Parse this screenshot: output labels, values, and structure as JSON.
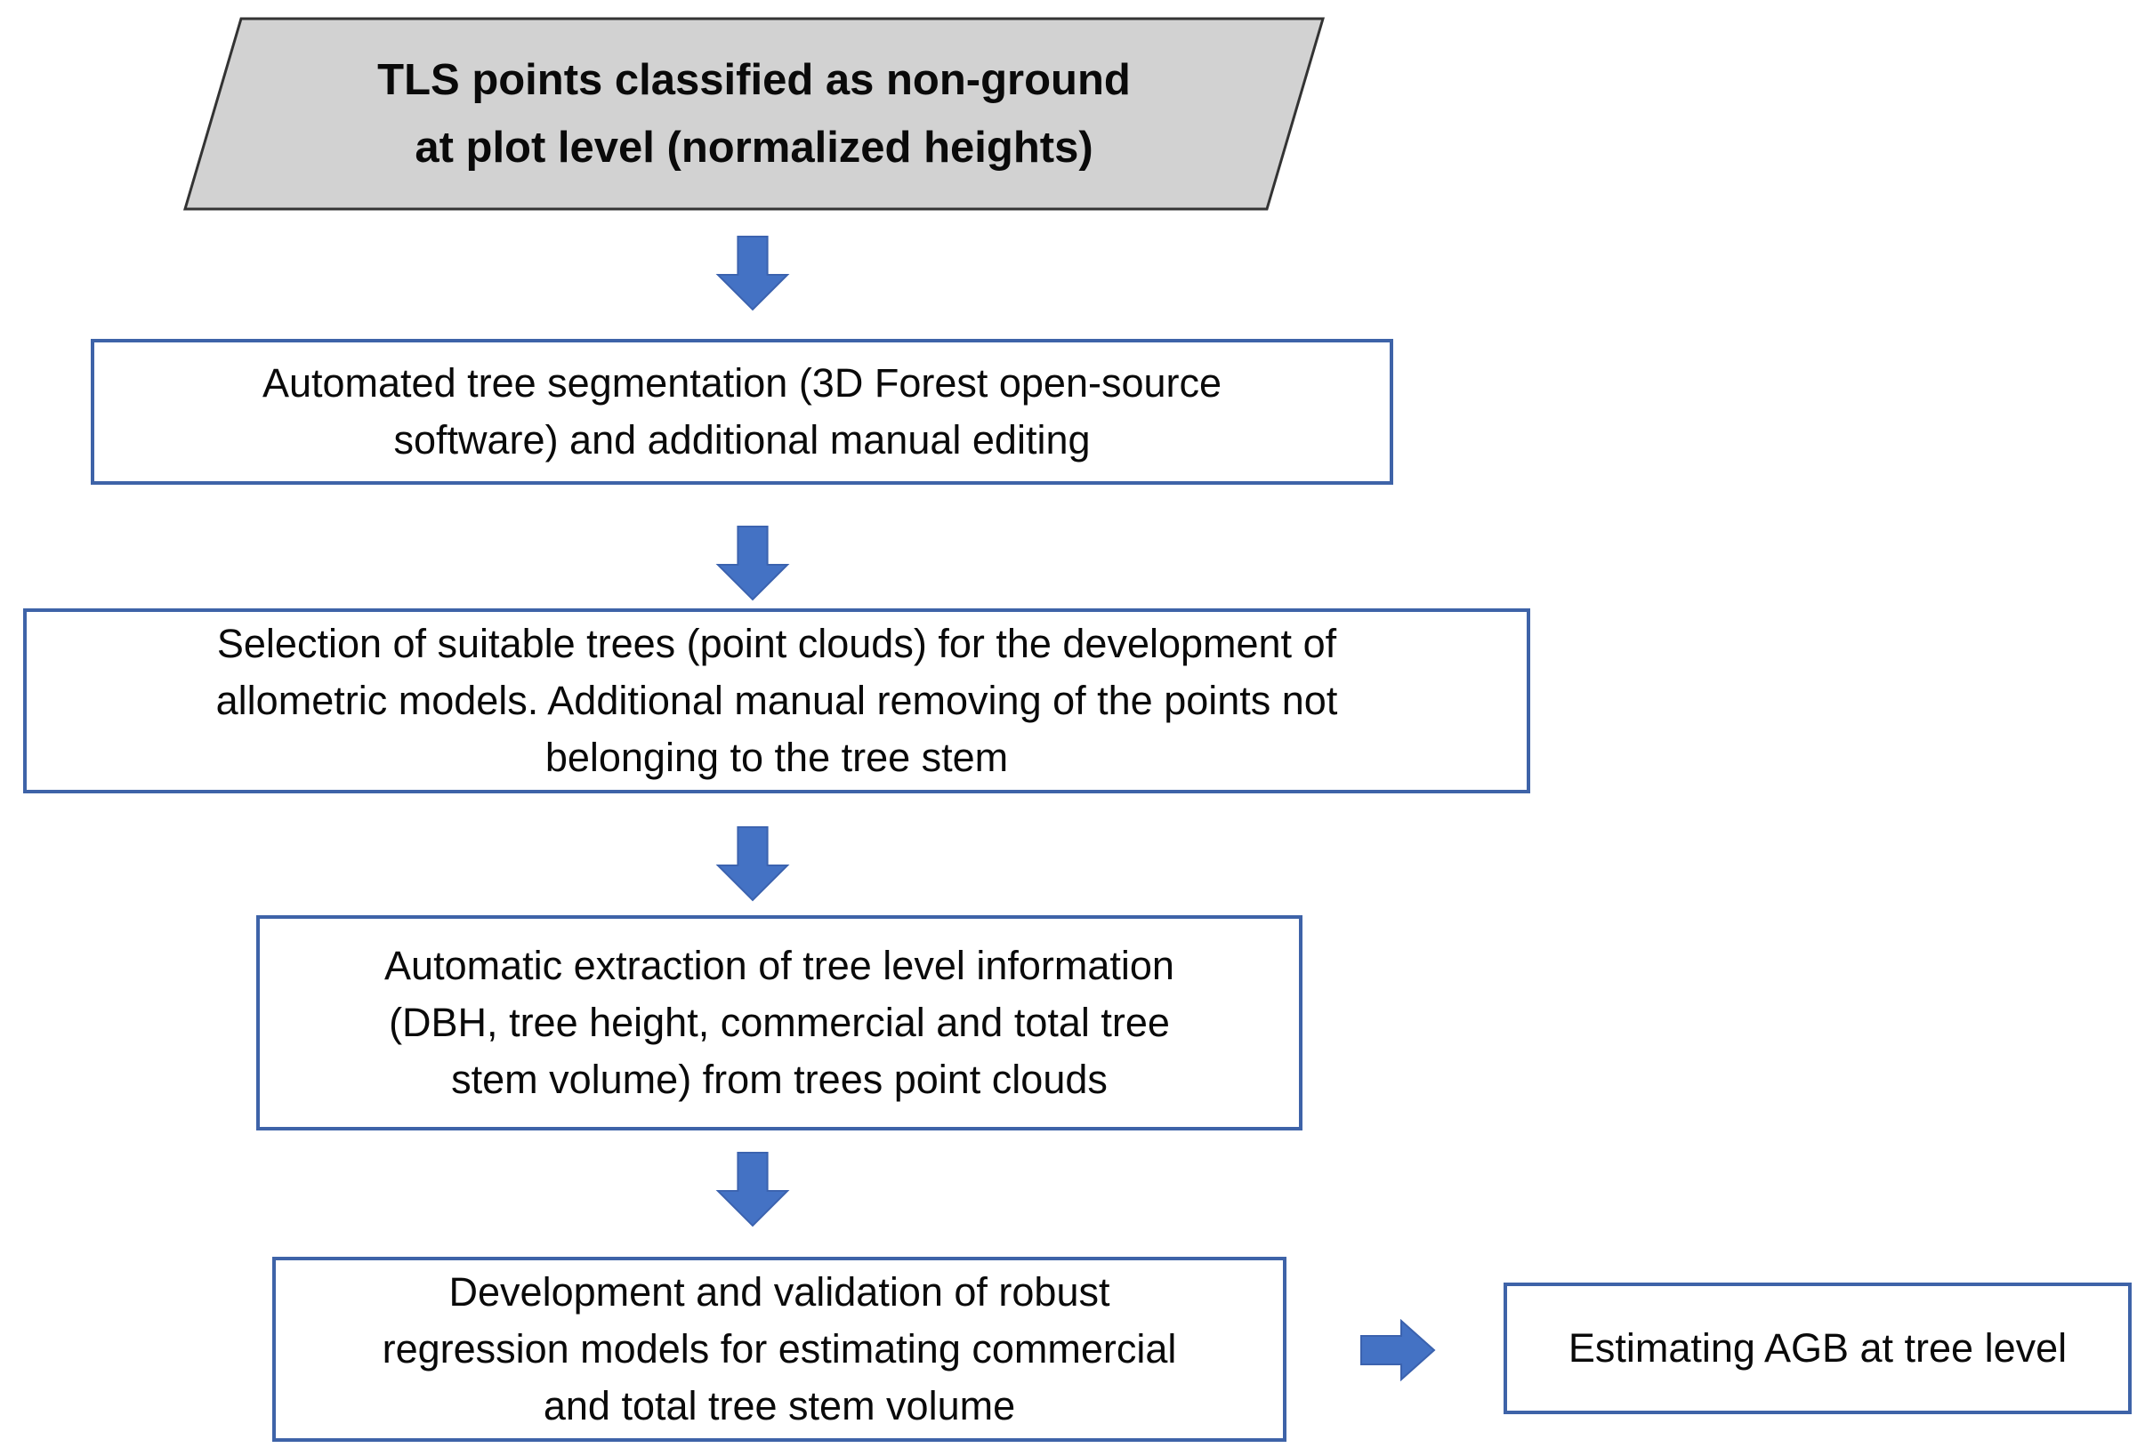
{
  "flowchart": {
    "colors": {
      "background": "#ffffff",
      "text": "#0a0a0a",
      "process_fill": "#ffffff",
      "process_border": "#3e63a8",
      "input_fill": "#d2d2d2",
      "input_border": "#333333",
      "arrow_fill": "#4472c4",
      "arrow_edge": "#3b62ae"
    },
    "nodes": [
      {
        "id": "tls-input",
        "shape": "parallelogram",
        "lines": [
          "TLS points classified as non-ground",
          "at plot level (normalized heights)"
        ]
      },
      {
        "id": "tree-segmentation",
        "shape": "rectangle",
        "lines": [
          "Automated tree segmentation (3D Forest open-source",
          "software) and additional manual editing"
        ]
      },
      {
        "id": "tree-selection",
        "shape": "rectangle",
        "lines": [
          "Selection of suitable trees (point clouds) for the development of",
          "allometric models. Additional manual removing of the points not",
          "belonging to the tree stem"
        ]
      },
      {
        "id": "tree-info-extraction",
        "shape": "rectangle",
        "lines": [
          "Automatic extraction of tree level information",
          "(DBH, tree height, commercial and total tree",
          "stem volume) from trees point clouds"
        ]
      },
      {
        "id": "model-development",
        "shape": "rectangle",
        "lines": [
          "Development and validation of robust",
          "regression models for estimating commercial",
          "and total tree stem volume"
        ]
      },
      {
        "id": "agb-estimation",
        "shape": "rectangle",
        "lines": [
          "Estimating AGB at tree level"
        ]
      }
    ],
    "connectors": [
      {
        "id": "arrow-1",
        "direction": "down",
        "from": "tls-input",
        "to": "tree-segmentation"
      },
      {
        "id": "arrow-2",
        "direction": "down",
        "from": "tree-segmentation",
        "to": "tree-selection"
      },
      {
        "id": "arrow-3",
        "direction": "down",
        "from": "tree-selection",
        "to": "tree-info-extraction"
      },
      {
        "id": "arrow-4",
        "direction": "down",
        "from": "tree-info-extraction",
        "to": "model-development"
      },
      {
        "id": "arrow-5",
        "direction": "right",
        "from": "model-development",
        "to": "agb-estimation"
      }
    ]
  }
}
